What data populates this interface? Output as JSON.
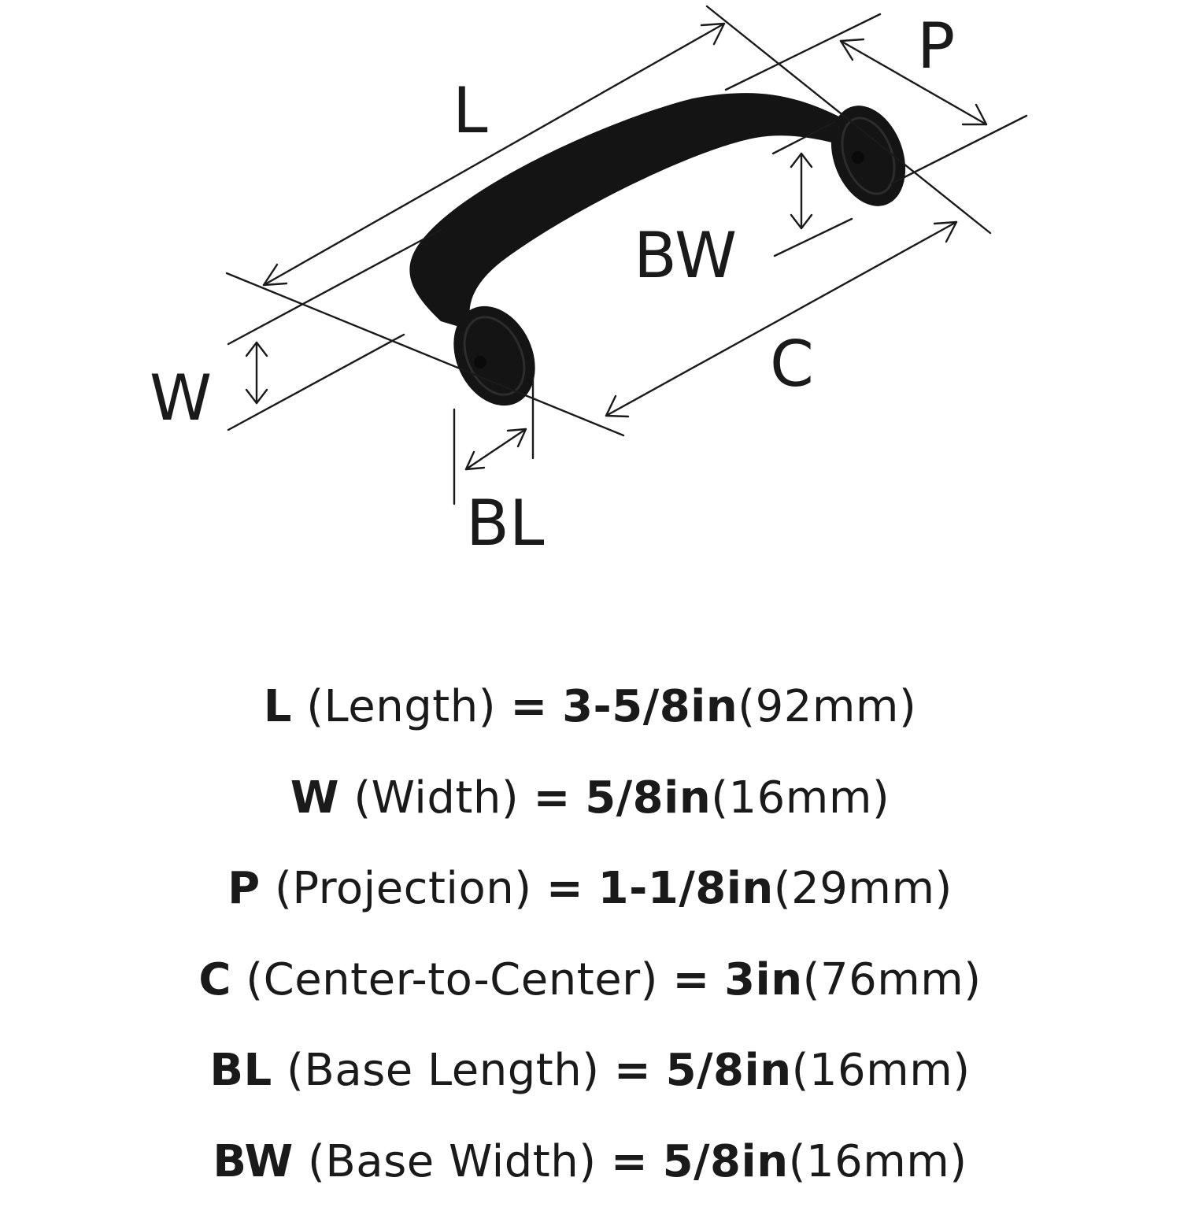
{
  "diagram": {
    "labels": {
      "L": "L",
      "P": "P",
      "BW": "BW",
      "C": "C",
      "W": "W",
      "BL": "BL"
    }
  },
  "specs": [
    {
      "abbr": "L",
      "name": "(Length)",
      "eq": "=",
      "inches": "3-5/8in",
      "mm": "(92mm)"
    },
    {
      "abbr": "W",
      "name": "(Width)",
      "eq": "=",
      "inches": "5/8in",
      "mm": "(16mm)"
    },
    {
      "abbr": "P",
      "name": "(Projection)",
      "eq": "=",
      "inches": "1-1/8in",
      "mm": "(29mm)"
    },
    {
      "abbr": "C",
      "name": "(Center-to-Center)",
      "eq": "=",
      "inches": "3in",
      "mm": "(76mm)"
    },
    {
      "abbr": "BL",
      "name": "(Base Length)",
      "eq": "=",
      "inches": "5/8in",
      "mm": "(16mm)"
    },
    {
      "abbr": "BW",
      "name": "(Base Width)",
      "eq": "=",
      "inches": "5/8in",
      "mm": "(16mm)"
    }
  ],
  "colors": {
    "ink": "#1a1a1a",
    "handle": "#141414",
    "background": "#ffffff"
  }
}
